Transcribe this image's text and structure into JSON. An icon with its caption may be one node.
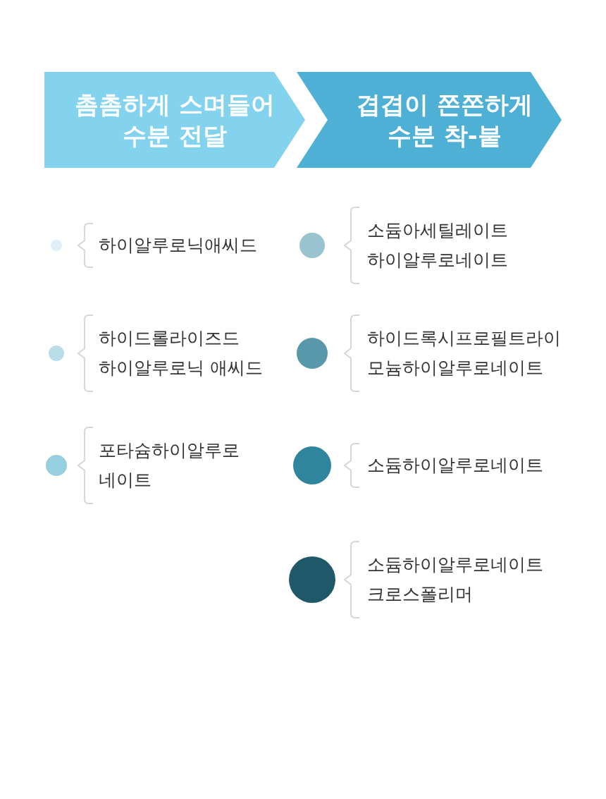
{
  "diagram": {
    "nodes": [
      {
        "text": [
          "촘촘하게 스며들어 수분 전달"
        ]
      },
      {
        "text": [
          "겹겹이 쫀쫀하게 수분 착-붙"
        ]
      },
      {
        "text": [],
        "shape": "circle",
        "beside": [
          "하이알루로닉애씨드"
        ]
      },
      {
        "text": [],
        "shape": "circle",
        "beside": [
          "하이드롤라이즈드 하이알루로닉 애씨드"
        ]
      },
      {
        "text": [],
        "shape": "circle",
        "beside": [
          "포타슘하이알루로네이트"
        ]
      },
      {
        "text": [],
        "shape": "circle",
        "beside": [
          "소듐아세틸레이트 하이알루로네이트"
        ]
      },
      {
        "text": [],
        "shape": "circle",
        "beside": [
          "하이드록시프로필트라이모늄하이알루로네이트"
        ]
      },
      {
        "text": [],
        "shape": "circle",
        "beside": [
          "소듐하이알루로네이트"
        ]
      },
      {
        "text": [],
        "shape": "circle",
        "beside": [
          "소듐하이알루로네이트 크로스폴리머"
        ]
      }
    ]
  }
}
